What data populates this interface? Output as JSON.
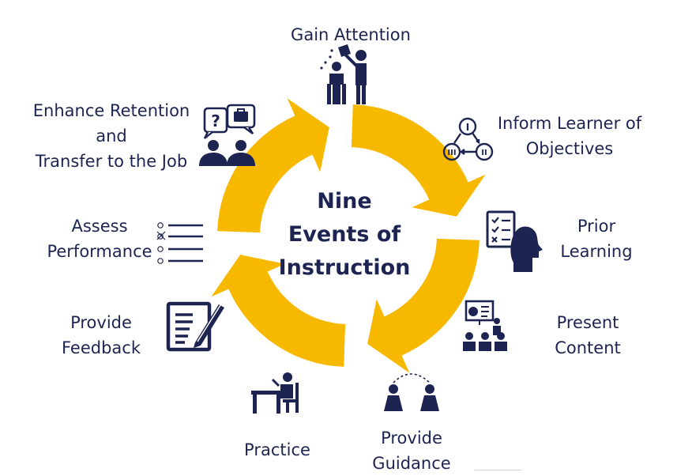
{
  "center": {
    "title_lines": [
      "Nine",
      "Events of",
      "Instruction"
    ]
  },
  "events": [
    {
      "name": "gain-attention",
      "lines": [
        "Gain Attention"
      ],
      "icon": "pouring-water-icon"
    },
    {
      "name": "inform-learner-of-objectives",
      "lines": [
        "Inform Learner of",
        "Objectives"
      ],
      "icon": "roman-numeral-cycle-icon"
    },
    {
      "name": "prior-learning",
      "lines": [
        "Prior",
        "Learning"
      ],
      "icon": "head-checklist-icon"
    },
    {
      "name": "present-content",
      "lines": [
        "Present",
        "Content"
      ],
      "icon": "presentation-audience-icon"
    },
    {
      "name": "provide-guidance",
      "lines": [
        "Provide",
        "Guidance"
      ],
      "icon": "two-people-guidance-icon"
    },
    {
      "name": "practice",
      "lines": [
        "Practice"
      ],
      "icon": "person-at-desk-icon"
    },
    {
      "name": "provide-feedback",
      "lines": [
        "Provide",
        "Feedback"
      ],
      "icon": "document-pencil-icon"
    },
    {
      "name": "assess-performance",
      "lines": [
        "Assess",
        "Performance"
      ],
      "icon": "checklist-icon"
    },
    {
      "name": "enhance-retention",
      "lines": [
        "Enhance Retention",
        "and",
        "Transfer to the Job"
      ],
      "icon": "discussion-people-icon"
    }
  ],
  "colors": {
    "ring": "#f7b800",
    "ink": "#1e2452",
    "ring_shadow": "#d99e00"
  }
}
